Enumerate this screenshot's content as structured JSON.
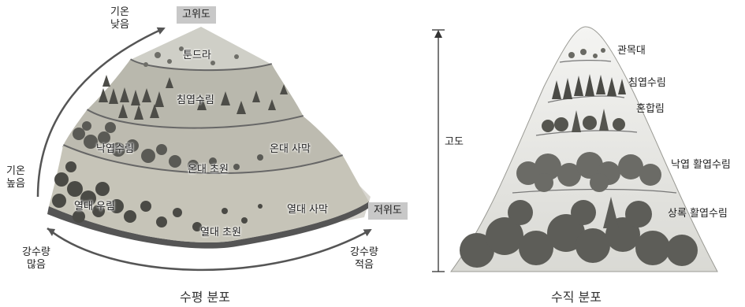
{
  "horizontal": {
    "caption": "수평 분포",
    "high_latitude": "고위도",
    "low_latitude": "저위도",
    "temp_low": [
      "기온",
      "낮음"
    ],
    "temp_high": [
      "기온",
      "높음"
    ],
    "precip_high": [
      "강수량",
      "많음"
    ],
    "precip_low": [
      "강수량",
      "적음"
    ],
    "biomes": {
      "tundra": "툰드라",
      "taiga": "침엽수림",
      "deciduous": "낙엽수림",
      "temperate_desert": "온대 사막",
      "temperate_grassland": "온대 초원",
      "tropical_rainforest": "열대 우림",
      "tropical_desert": "열대 사막",
      "tropical_grassland": "열대 초원"
    }
  },
  "vertical": {
    "caption": "수직 분포",
    "axis_label": "고도",
    "zones": [
      "관목대",
      "침엽수림",
      "혼합림",
      "낙엽 활엽수림",
      "상록 활엽수림"
    ]
  }
}
